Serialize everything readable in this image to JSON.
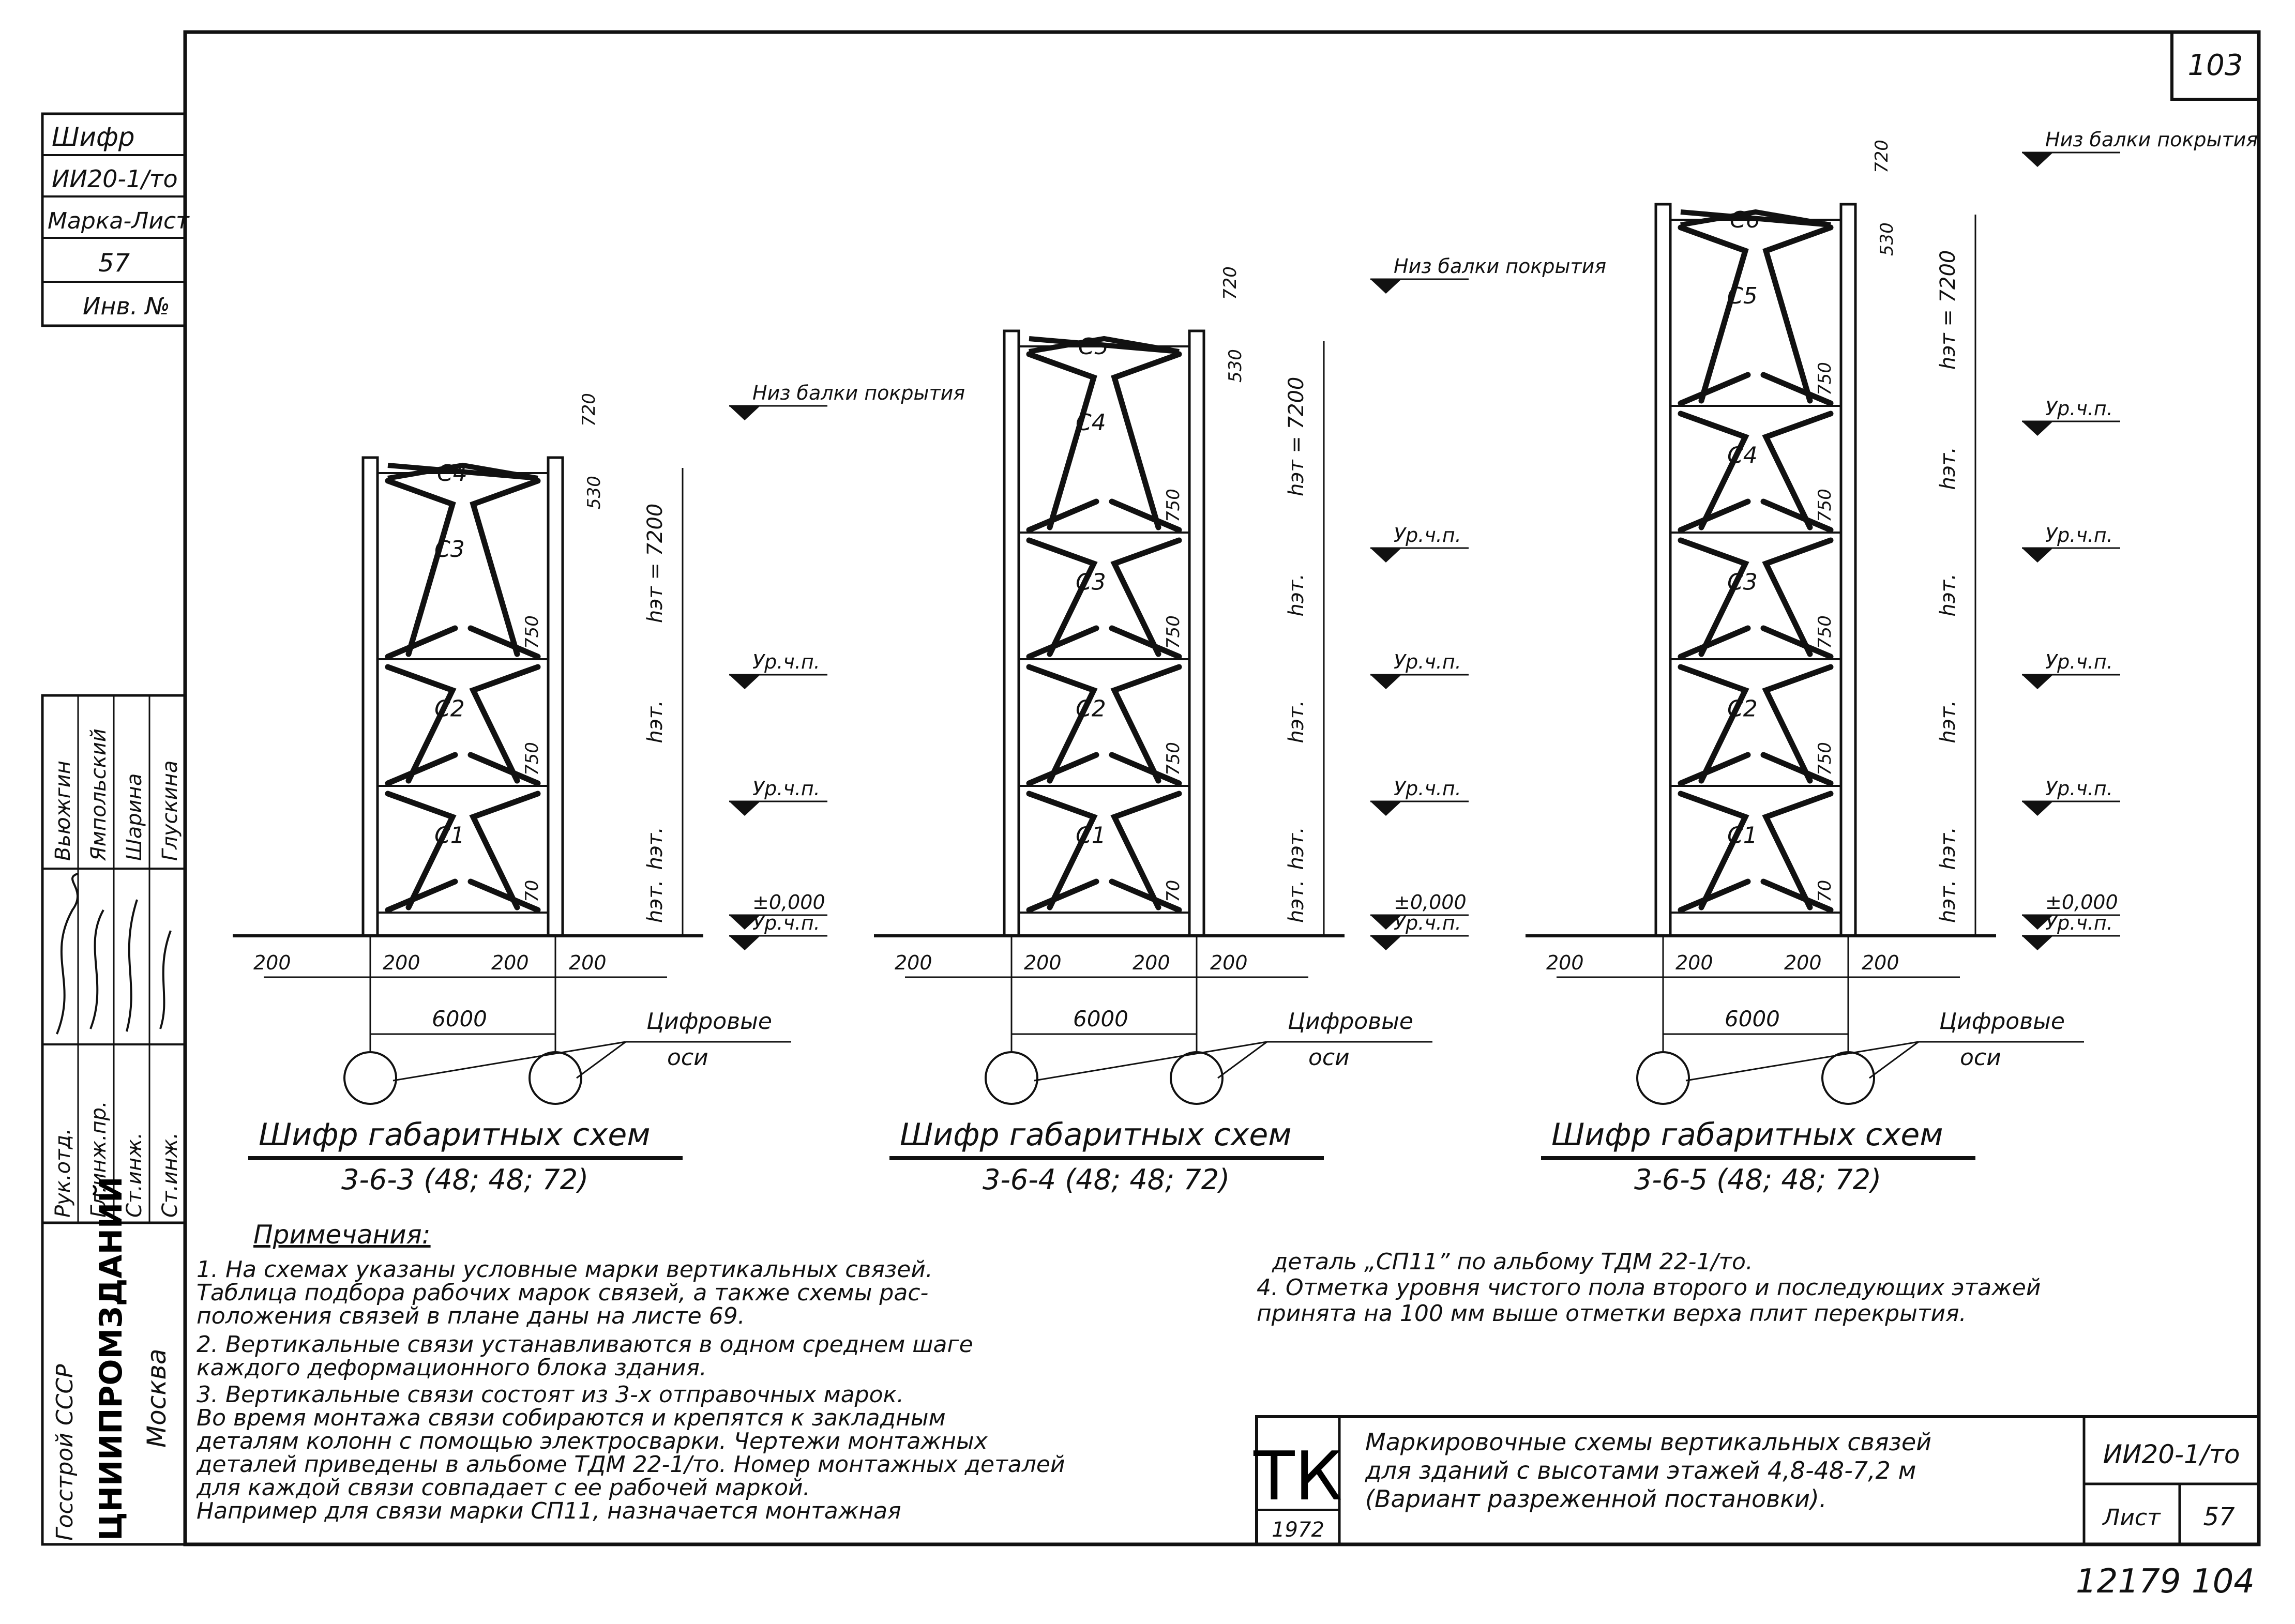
{
  "page_number": "103",
  "bottom_number": "12179   104",
  "side_stamp": {
    "rows": [
      "Шифр",
      "ИИ20-1/то",
      "Марка-Лист",
      "57",
      "Инв. №"
    ]
  },
  "signatures": {
    "roles": [
      "Рук.отд.",
      "Гл.инж.пр.",
      "Ст.инж.",
      "Ст.инж."
    ],
    "names": [
      "Вьюжгин",
      "Ямпольский",
      "Шарина",
      "Глускина"
    ]
  },
  "org": {
    "ministry": "Госстрой СССР",
    "institute": "ЦНИИПРОМЗДАНИЙ",
    "city": "Москва"
  },
  "schemes": [
    {
      "title": "Шифр габаритных схем",
      "code": "3-6-3 (48; 48; 72)",
      "floors": 3,
      "brace_labels": [
        "С1",
        "С2",
        "С3",
        "С4"
      ]
    },
    {
      "title": "Шифр габаритных схем",
      "code": "3-6-4 (48; 48; 72)",
      "floors": 4,
      "brace_labels": [
        "С1",
        "С2",
        "С3",
        "С4",
        "С5"
      ]
    },
    {
      "title": "Шифр габаритных схем",
      "code": "3-6-5 (48; 48; 72)",
      "floors": 5,
      "brace_labels": [
        "С1",
        "С2",
        "С3",
        "С4",
        "С5",
        "С6"
      ]
    }
  ],
  "dims": {
    "span": "6000",
    "col_a": "200",
    "col_b": "200",
    "d750": "750",
    "d70": "70",
    "d720": "720",
    "d530": "530",
    "htop": "hэт = 7200",
    "hfloor": "hэт.",
    "zero": "±0,000",
    "floor_level": "Ур.ч.п.",
    "roof": "Низ балки покрытия",
    "axes_label_1": "Цифровые",
    "axes_label_2": "оси"
  },
  "notes": {
    "heading": "Примечания:",
    "left": [
      "1. На схемах указаны условные марки вертикальных связей.",
      "   Таблица подбора рабочих марок связей, а также схемы рас-",
      "   положения связей в плане даны на листе 69.",
      "2. Вертикальные связи устанавливаются в одном среднем шаге",
      "   каждого деформационного блока здания.",
      "3. Вертикальные связи состоят из 3-х отправочных марок.",
      "   Во время монтажа связи собираются и крепятся к закладным",
      "   деталям колонн с помощью электросварки. Чертежи монтажных",
      "   деталей приведены в альбоме ТДМ 22-1/то. Номер монтажных деталей",
      "   для каждой связи совпадает с ее рабочей маркой.",
      "   Например для связи марки СП11, назначается монтажная"
    ],
    "right": [
      "деталь „СП11” по альбому ТДМ 22-1/то.",
      "4. Отметка уровня чистого пола второго и последующих этажей",
      "   принята на 100 мм выше отметки верха плит перекрытия."
    ]
  },
  "title_block": {
    "mark": "ТК",
    "year": "1972",
    "description_1": "Маркировочные схемы вертикальных связей",
    "description_2": "для зданий с высотами этажей 4,8-48-7,2 м",
    "description_3": "(Вариант разреженной постановки).",
    "code": "ИИ20-1/то",
    "sheet_label": "Лист",
    "sheet_no": "57"
  }
}
